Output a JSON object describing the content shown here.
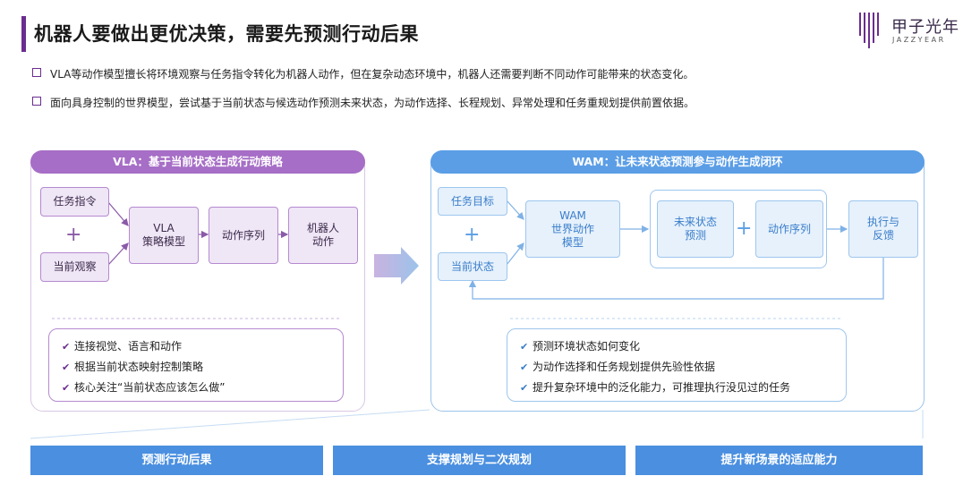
{
  "header": {
    "title": "机器人要做出更优决策，需要先预测行动后果",
    "logo_cn": "甲子光年",
    "logo_en": "JAZZYEAR"
  },
  "bullets": [
    "VLA等动作模型擅长将环境观察与任务指令转化为机器人动作，但在复杂动态环境中，机器人还需要判断不同动作可能带来的状态变化。",
    "面向具身控制的世界模型，尝试基于当前状态与候选动作预测未来状态，为动作选择、长程规划、异常处理和任务重规划提供前置依据。"
  ],
  "vla": {
    "header": "VLA：基于当前状态生成行动策略",
    "task_input": "任务指令",
    "plus": "+",
    "observe_input": "当前观察",
    "policy_line1": "VLA",
    "policy_line2": "策略模型",
    "action_seq": "动作序列",
    "robot_line1": "机器人",
    "robot_line2": "动作",
    "checks": [
      "连接视觉、语言和动作",
      "根据当前状态映射控制策略",
      "核心关注“当前状态应该怎么做”"
    ]
  },
  "wam": {
    "header": "WAM：让未来状态预测参与动作生成闭环",
    "task_goal": "任务目标",
    "plus": "+",
    "current_state": "当前状态",
    "model_line1": "WAM",
    "model_line2": "世界动作",
    "model_line3": "模型",
    "future_line1": "未来状态",
    "future_line2": "预测",
    "action_seq": "动作序列",
    "exec_line1": "执行与",
    "exec_line2": "反馈",
    "checks": [
      "预测环境状态如何变化",
      "为动作选择和任务规划提供先验性依据",
      "提升复杂环境中的泛化能力，可推理执行没见过的任务"
    ]
  },
  "footer": [
    "预测行动后果",
    "支撑规划与二次规划",
    "提升新场景的适应能力"
  ],
  "colors": {
    "purple": "#a66ec6",
    "blue": "#5b9ee6",
    "footer_blue": "#4a8fe0"
  }
}
